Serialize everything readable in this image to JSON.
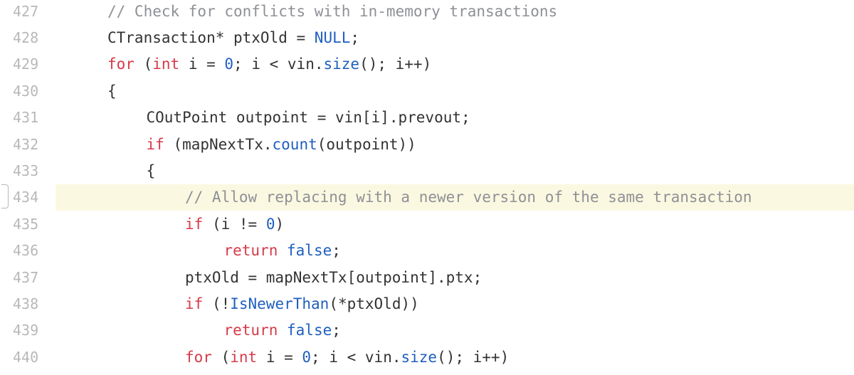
{
  "colors": {
    "keyword": "#d73a49",
    "builtin": "#1f5fbf",
    "comment": "#8e9096",
    "plain": "#333333",
    "line_number": "#b8b8b8",
    "highlight": "#fbf8e1"
  },
  "lines": [
    {
      "num": "427",
      "indent": 1,
      "highlight": false,
      "tokens": [
        {
          "t": "c",
          "v": "// Check for conflicts with in-memory transactions"
        }
      ]
    },
    {
      "num": "428",
      "indent": 1,
      "highlight": false,
      "tokens": [
        {
          "t": "p",
          "v": "CTransaction* ptxOld = "
        },
        {
          "t": "n",
          "v": "NULL"
        },
        {
          "t": "p",
          "v": ";"
        }
      ]
    },
    {
      "num": "429",
      "indent": 1,
      "highlight": false,
      "tokens": [
        {
          "t": "k",
          "v": "for"
        },
        {
          "t": "p",
          "v": " ("
        },
        {
          "t": "k",
          "v": "int"
        },
        {
          "t": "p",
          "v": " i = "
        },
        {
          "t": "n",
          "v": "0"
        },
        {
          "t": "p",
          "v": "; i < vin."
        },
        {
          "t": "n",
          "v": "size"
        },
        {
          "t": "p",
          "v": "(); i++)"
        }
      ]
    },
    {
      "num": "430",
      "indent": 1,
      "highlight": false,
      "tokens": [
        {
          "t": "p",
          "v": "{"
        }
      ]
    },
    {
      "num": "431",
      "indent": 2,
      "highlight": false,
      "tokens": [
        {
          "t": "p",
          "v": "COutPoint outpoint = vin[i].prevout;"
        }
      ]
    },
    {
      "num": "432",
      "indent": 2,
      "highlight": false,
      "tokens": [
        {
          "t": "k",
          "v": "if"
        },
        {
          "t": "p",
          "v": " (mapNextTx."
        },
        {
          "t": "n",
          "v": "count"
        },
        {
          "t": "p",
          "v": "(outpoint))"
        }
      ]
    },
    {
      "num": "433",
      "indent": 2,
      "highlight": false,
      "tokens": [
        {
          "t": "p",
          "v": "{"
        }
      ]
    },
    {
      "num": "434",
      "indent": 3,
      "highlight": true,
      "tokens": [
        {
          "t": "c",
          "v": "// Allow replacing with a newer version of the same transaction"
        }
      ]
    },
    {
      "num": "435",
      "indent": 3,
      "highlight": false,
      "tokens": [
        {
          "t": "k",
          "v": "if"
        },
        {
          "t": "p",
          "v": " (i != "
        },
        {
          "t": "n",
          "v": "0"
        },
        {
          "t": "p",
          "v": ")"
        }
      ]
    },
    {
      "num": "436",
      "indent": 4,
      "highlight": false,
      "tokens": [
        {
          "t": "k",
          "v": "return"
        },
        {
          "t": "p",
          "v": " "
        },
        {
          "t": "n",
          "v": "false"
        },
        {
          "t": "p",
          "v": ";"
        }
      ]
    },
    {
      "num": "437",
      "indent": 3,
      "highlight": false,
      "tokens": [
        {
          "t": "p",
          "v": "ptxOld = mapNextTx[outpoint].ptx;"
        }
      ]
    },
    {
      "num": "438",
      "indent": 3,
      "highlight": false,
      "tokens": [
        {
          "t": "k",
          "v": "if"
        },
        {
          "t": "p",
          "v": " (!"
        },
        {
          "t": "n",
          "v": "IsNewerThan"
        },
        {
          "t": "p",
          "v": "(*ptxOld))"
        }
      ]
    },
    {
      "num": "439",
      "indent": 4,
      "highlight": false,
      "tokens": [
        {
          "t": "k",
          "v": "return"
        },
        {
          "t": "p",
          "v": " "
        },
        {
          "t": "n",
          "v": "false"
        },
        {
          "t": "p",
          "v": ";"
        }
      ]
    },
    {
      "num": "440",
      "indent": 3,
      "highlight": false,
      "tokens": [
        {
          "t": "k",
          "v": "for"
        },
        {
          "t": "p",
          "v": " ("
        },
        {
          "t": "k",
          "v": "int"
        },
        {
          "t": "p",
          "v": " i = "
        },
        {
          "t": "n",
          "v": "0"
        },
        {
          "t": "p",
          "v": "; i < vin."
        },
        {
          "t": "n",
          "v": "size"
        },
        {
          "t": "p",
          "v": "(); i++)"
        }
      ]
    }
  ]
}
